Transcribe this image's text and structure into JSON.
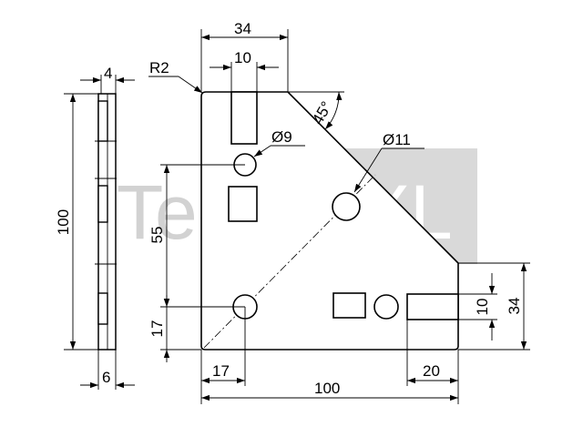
{
  "watermark": {
    "left_text": "Tech",
    "right_text": "XXL",
    "box_color": "#d9d9d9",
    "text_color": "#d2d2d2"
  },
  "dimensions": {
    "thickness_top": "4",
    "height_side": "100",
    "thickness_bottom": "6",
    "radius": "R2",
    "top_width": "34",
    "slot_width_top": "10",
    "chamfer_angle": "45°",
    "hole_small": "Ø9",
    "hole_large": "Ø11",
    "hole_spacing_vertical": "55",
    "hole_offset_vertical": "17",
    "hole_offset_horizontal": "17",
    "overall_width": "100",
    "slot_length_right": "20",
    "slot_width_right": "10",
    "right_height": "34"
  }
}
